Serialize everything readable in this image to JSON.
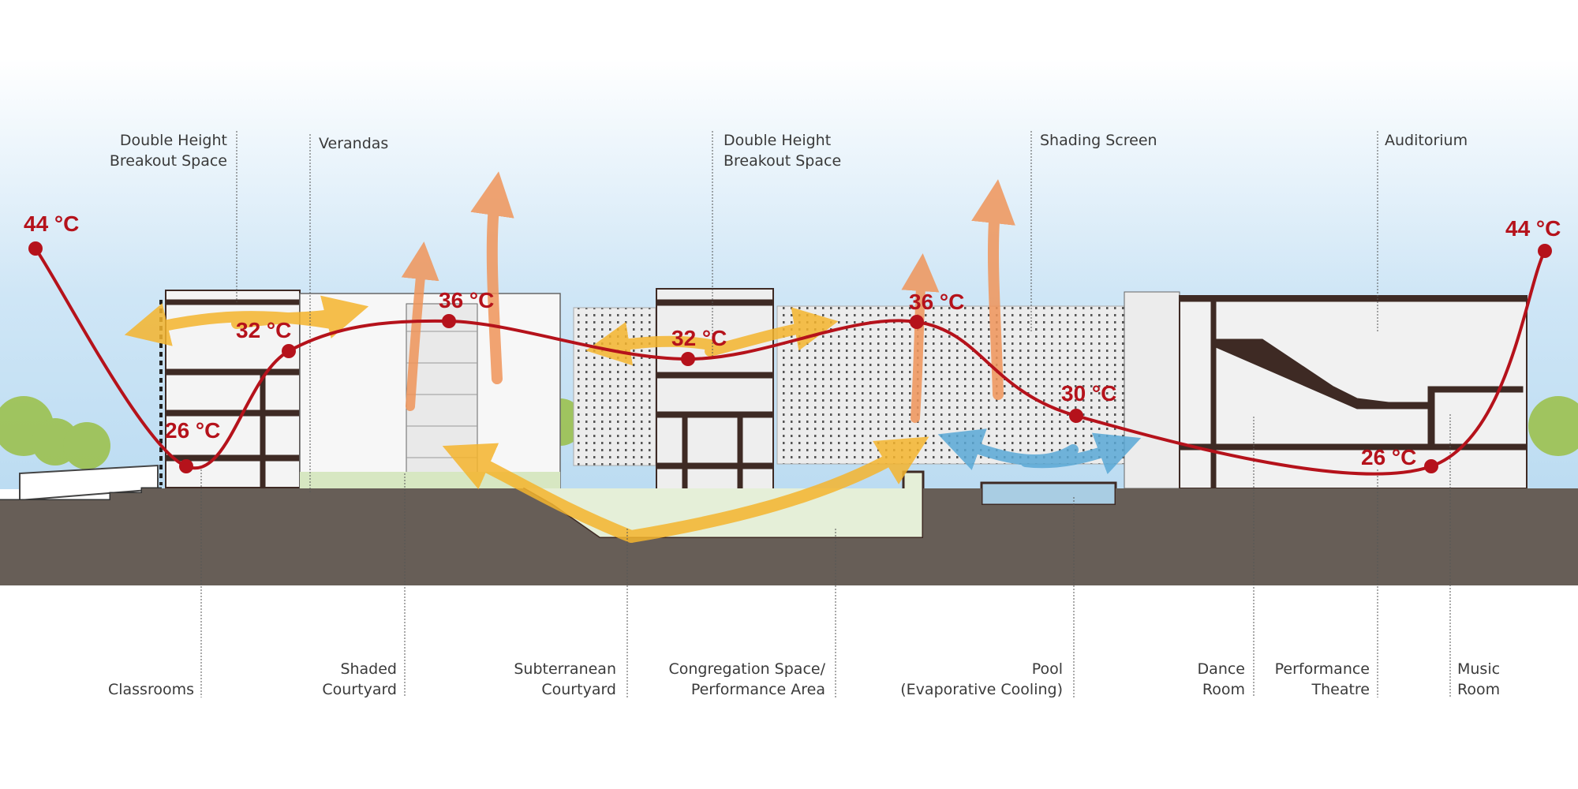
{
  "top_labels": {
    "breakout_left": [
      "Double Height",
      "Breakout Space"
    ],
    "verandas": "Verandas",
    "breakout_center": [
      "Double Height",
      "Breakout Space"
    ],
    "shading_screen": "Shading Screen",
    "auditorium": "Auditorium"
  },
  "bottom_labels": {
    "classrooms": "Classrooms",
    "shaded_courtyard": [
      "Shaded",
      "Courtyard"
    ],
    "subterranean_courtyard": [
      "Subterranean",
      "Courtyard"
    ],
    "congregation_space": [
      "Congregation Space/",
      "Performance Area"
    ],
    "pool": [
      "Pool",
      "(Evaporative Cooling)"
    ],
    "dance_room": [
      "Dance",
      "Room"
    ],
    "performance_theatre": [
      "Performance",
      "Theatre"
    ],
    "music_room": [
      "Music",
      "Room"
    ]
  },
  "temperatures": [
    "44 °C",
    "26 °C",
    "32 °C",
    "36 °C",
    "32 °C",
    "36 °C",
    "30 °C",
    "26 °C",
    "44 °C"
  ],
  "colors": {
    "temperature_curve": "#b5121b",
    "warm_air": "#f5b52e",
    "hot_air": "#f0955a",
    "cool_air": "#5aa9d6",
    "ground": "#675e57",
    "sky": "#cfe6f6"
  }
}
